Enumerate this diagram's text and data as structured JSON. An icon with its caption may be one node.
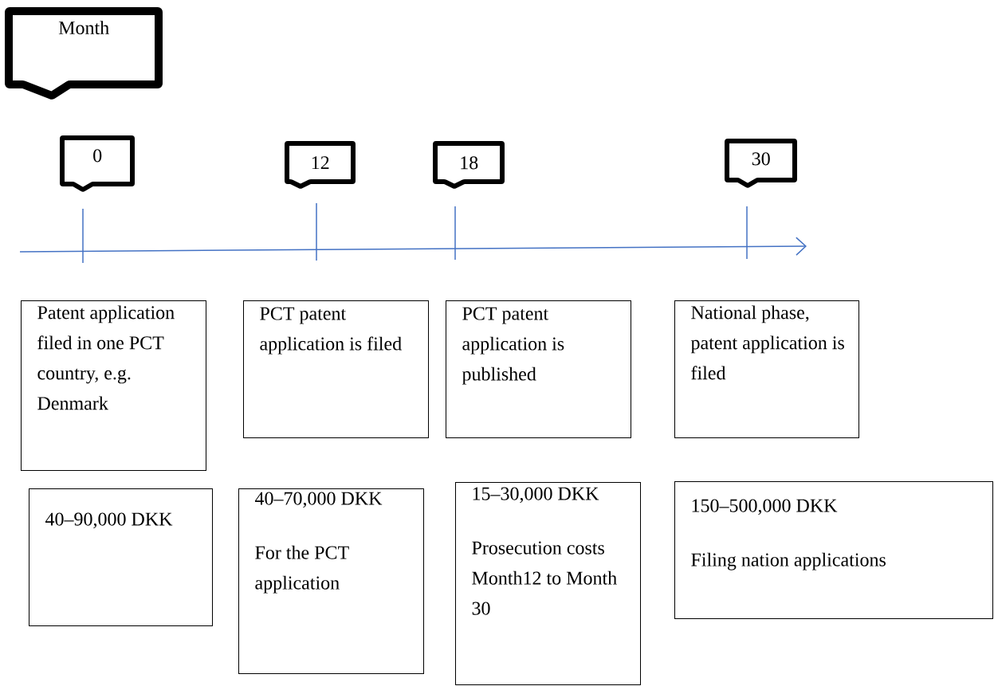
{
  "diagram": {
    "nodes": [
      {
        "text": [
          "Month"
        ]
      },
      {
        "text": [
          "0"
        ]
      },
      {
        "text": [
          "12"
        ]
      },
      {
        "text": [
          "18"
        ]
      },
      {
        "text": [
          "30"
        ]
      },
      {
        "text": [
          "Patent application filed in one PCT country, e.g. Denmark"
        ]
      },
      {
        "text": [
          "PCT patent application is filed"
        ]
      },
      {
        "text": [
          "PCT patent application is published"
        ]
      },
      {
        "text": [
          "National phase, patent application is filed"
        ]
      },
      {
        "text": [
          "40–90,000 DKK"
        ]
      },
      {
        "text": [
          "40–70,000 DKK",
          "For the PCT application"
        ]
      },
      {
        "text": [
          "15–30,000 DKK",
          "Prosecution costs Month12 to Month 30"
        ]
      },
      {
        "text": [
          "150–500,000 DKK",
          "Filing nation applications"
        ]
      }
    ]
  }
}
